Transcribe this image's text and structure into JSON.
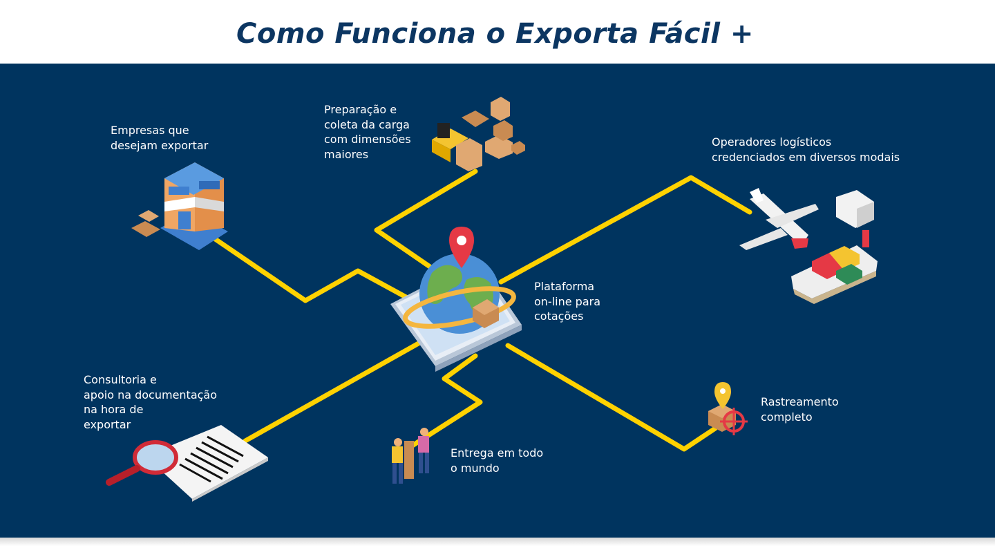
{
  "title": "Como Funciona o Exporta Fácil +",
  "nodes": {
    "empresas": "Empresas que\ndesejam exportar",
    "preparacao": "Preparação e\ncoleta da carga\ncom dimensões\nmaiores",
    "operadores": "Operadores logísticos\ncredenciados em diversos modais",
    "plataforma": "Plataforma\non-line para\ncotações",
    "consultoria": "Consultoria e\napoio na documentação\nna hora de\nexportar",
    "entrega": "Entrega em todo\no mundo",
    "rastreamento": "Rastreamento\ncompleto"
  },
  "colors": {
    "background": "#00345f",
    "title": "#0c3662",
    "connector": "#ffd200",
    "text": "#ffffff"
  },
  "icons": {
    "empresas": "store-building-icon",
    "preparacao": "forklift-boxes-icon",
    "operadores": "airplane-truck-ship-icon",
    "plataforma": "globe-phone-location-icon",
    "consultoria": "document-magnifier-icon",
    "entrega": "delivery-people-icon",
    "rastreamento": "package-tracking-icon"
  }
}
